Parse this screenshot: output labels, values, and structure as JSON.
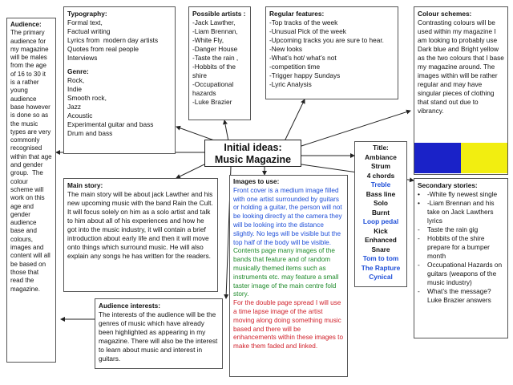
{
  "center": {
    "title_line1": "Initial ideas:",
    "title_line2": "Music Magazine"
  },
  "audience": {
    "title": "Audience:",
    "text": "The primary audience for my magazine will be males from the age of 16 to 30 it is a rather young audience base however is done so as the music types are very commonly recognised within that age and gender group.  The colour scheme will work on this age and gender audience base and colours, images and content will all be based on those that read the magazine."
  },
  "typography": {
    "title": "Typography:",
    "items": [
      "Formal text,",
      "Factual writing",
      "Lyrics from  modern day artists",
      "Quotes from real people",
      "Interviews"
    ],
    "genre_title": "Genre:",
    "genres": [
      "Rock,",
      "Indie",
      "Smooth rock,",
      "Jazz",
      "Acoustic",
      "Experimental guitar and bass",
      "Drum and bass"
    ]
  },
  "artists": {
    "title": "Possible artists :",
    "items": [
      "-Jack Lawther,",
      "-Liam Brennan,",
      "-White Fly,",
      "-Danger House",
      "-Taste the rain ,",
      "-Hobbits of the shire",
      "-Occupational hazards",
      "-Luke Brazier"
    ]
  },
  "features": {
    "title": "Regular features:",
    "items": [
      "-Top tracks of the week",
      "-Unusual Pick of the week",
      "-Upcoming tracks you are sure to hear.",
      "-New looks",
      "-What’s hot/ what’s not",
      "-competition time",
      "-Trigger happy Sundays",
      "-Lyric Analysis"
    ]
  },
  "colours": {
    "title": "Colour schemes:",
    "text": "Contrasting colours will be used within my magazine I am looking to probably use Dark blue and Bright yellow as the two colours that I base my magazine around. The images within will be rather regular and may have singular pieces of clothing that stand out due to vibrancy.",
    "swatch_blue": "#1a22c8",
    "swatch_yellow": "#f2ee10"
  },
  "main_story": {
    "title": "Main story:",
    "text": "The main story will be about jack Lawther and his new upcoming music with the band Rain the Cult. It will focus solely on him as a solo artist and talk to him about all of his experiences and how he got into the music industry, it will contain a brief introduction about early life and then it will move onto things which surround music. He will also explain any songs he has written for the readers."
  },
  "images": {
    "title": "Images to use:",
    "blue_text": "Front cover is a medium image filled with one artist surrounded by guitars or holding a guitar, the person will not be looking directly at the camera they will be looking into the distance slightly. No legs will be visible but the top half of the body will be visible.",
    "green_text": "Contents page many images of the bands that feature and of random musically themed items such as instruments etc. may feature a small taster image of the main centre fold story.",
    "red_text": "For the double page spread I will use a time lapse image of the artist moving along doing something music based and there will be enhancements within these images to make them faded and linked."
  },
  "title_box": {
    "heading": "Title:",
    "items": [
      {
        "text": "Ambiance",
        "color": "black"
      },
      {
        "text": "Strum",
        "color": "black"
      },
      {
        "text": "4 chords",
        "color": "black"
      },
      {
        "text": "Treble",
        "color": "blue"
      },
      {
        "text": "Bass line",
        "color": "black"
      },
      {
        "text": "Solo",
        "color": "black"
      },
      {
        "text": "Burnt",
        "color": "black"
      },
      {
        "text": "Loop pedal",
        "color": "blue"
      },
      {
        "text": "Kick",
        "color": "black"
      },
      {
        "text": "Enhanced",
        "color": "black"
      },
      {
        "text": "Snare",
        "color": "black"
      },
      {
        "text": "Tom to tom",
        "color": "blue"
      },
      {
        "text": "The Rapture",
        "color": "blue"
      },
      {
        "text": "Cynical",
        "color": "blue"
      }
    ]
  },
  "audience_interests": {
    "title": "Audience interests:",
    "text": "The interests of the audience will be the genres of music which have already been highlighted as appearing in my magazine. There will also be the interest to learn about music and interest in guitars."
  },
  "secondary": {
    "title": "Secondary stories:",
    "items": [
      {
        "marker": "•",
        "text": "-White fly newest single"
      },
      {
        "marker": "•",
        "text": "-Liam Brennan and his take on Jack Lawthers lyrics"
      },
      {
        "marker": "-",
        "text": "Taste the rain gig"
      },
      {
        "marker": "-",
        "text": "Hobbits of the shire prepare for a bumper month"
      },
      {
        "marker": "-",
        "text": "Occupational Hazards on guitars (weapons of the music industry)"
      },
      {
        "marker": "-",
        "text": "What’s the message? Luke Brazier answers"
      }
    ]
  }
}
